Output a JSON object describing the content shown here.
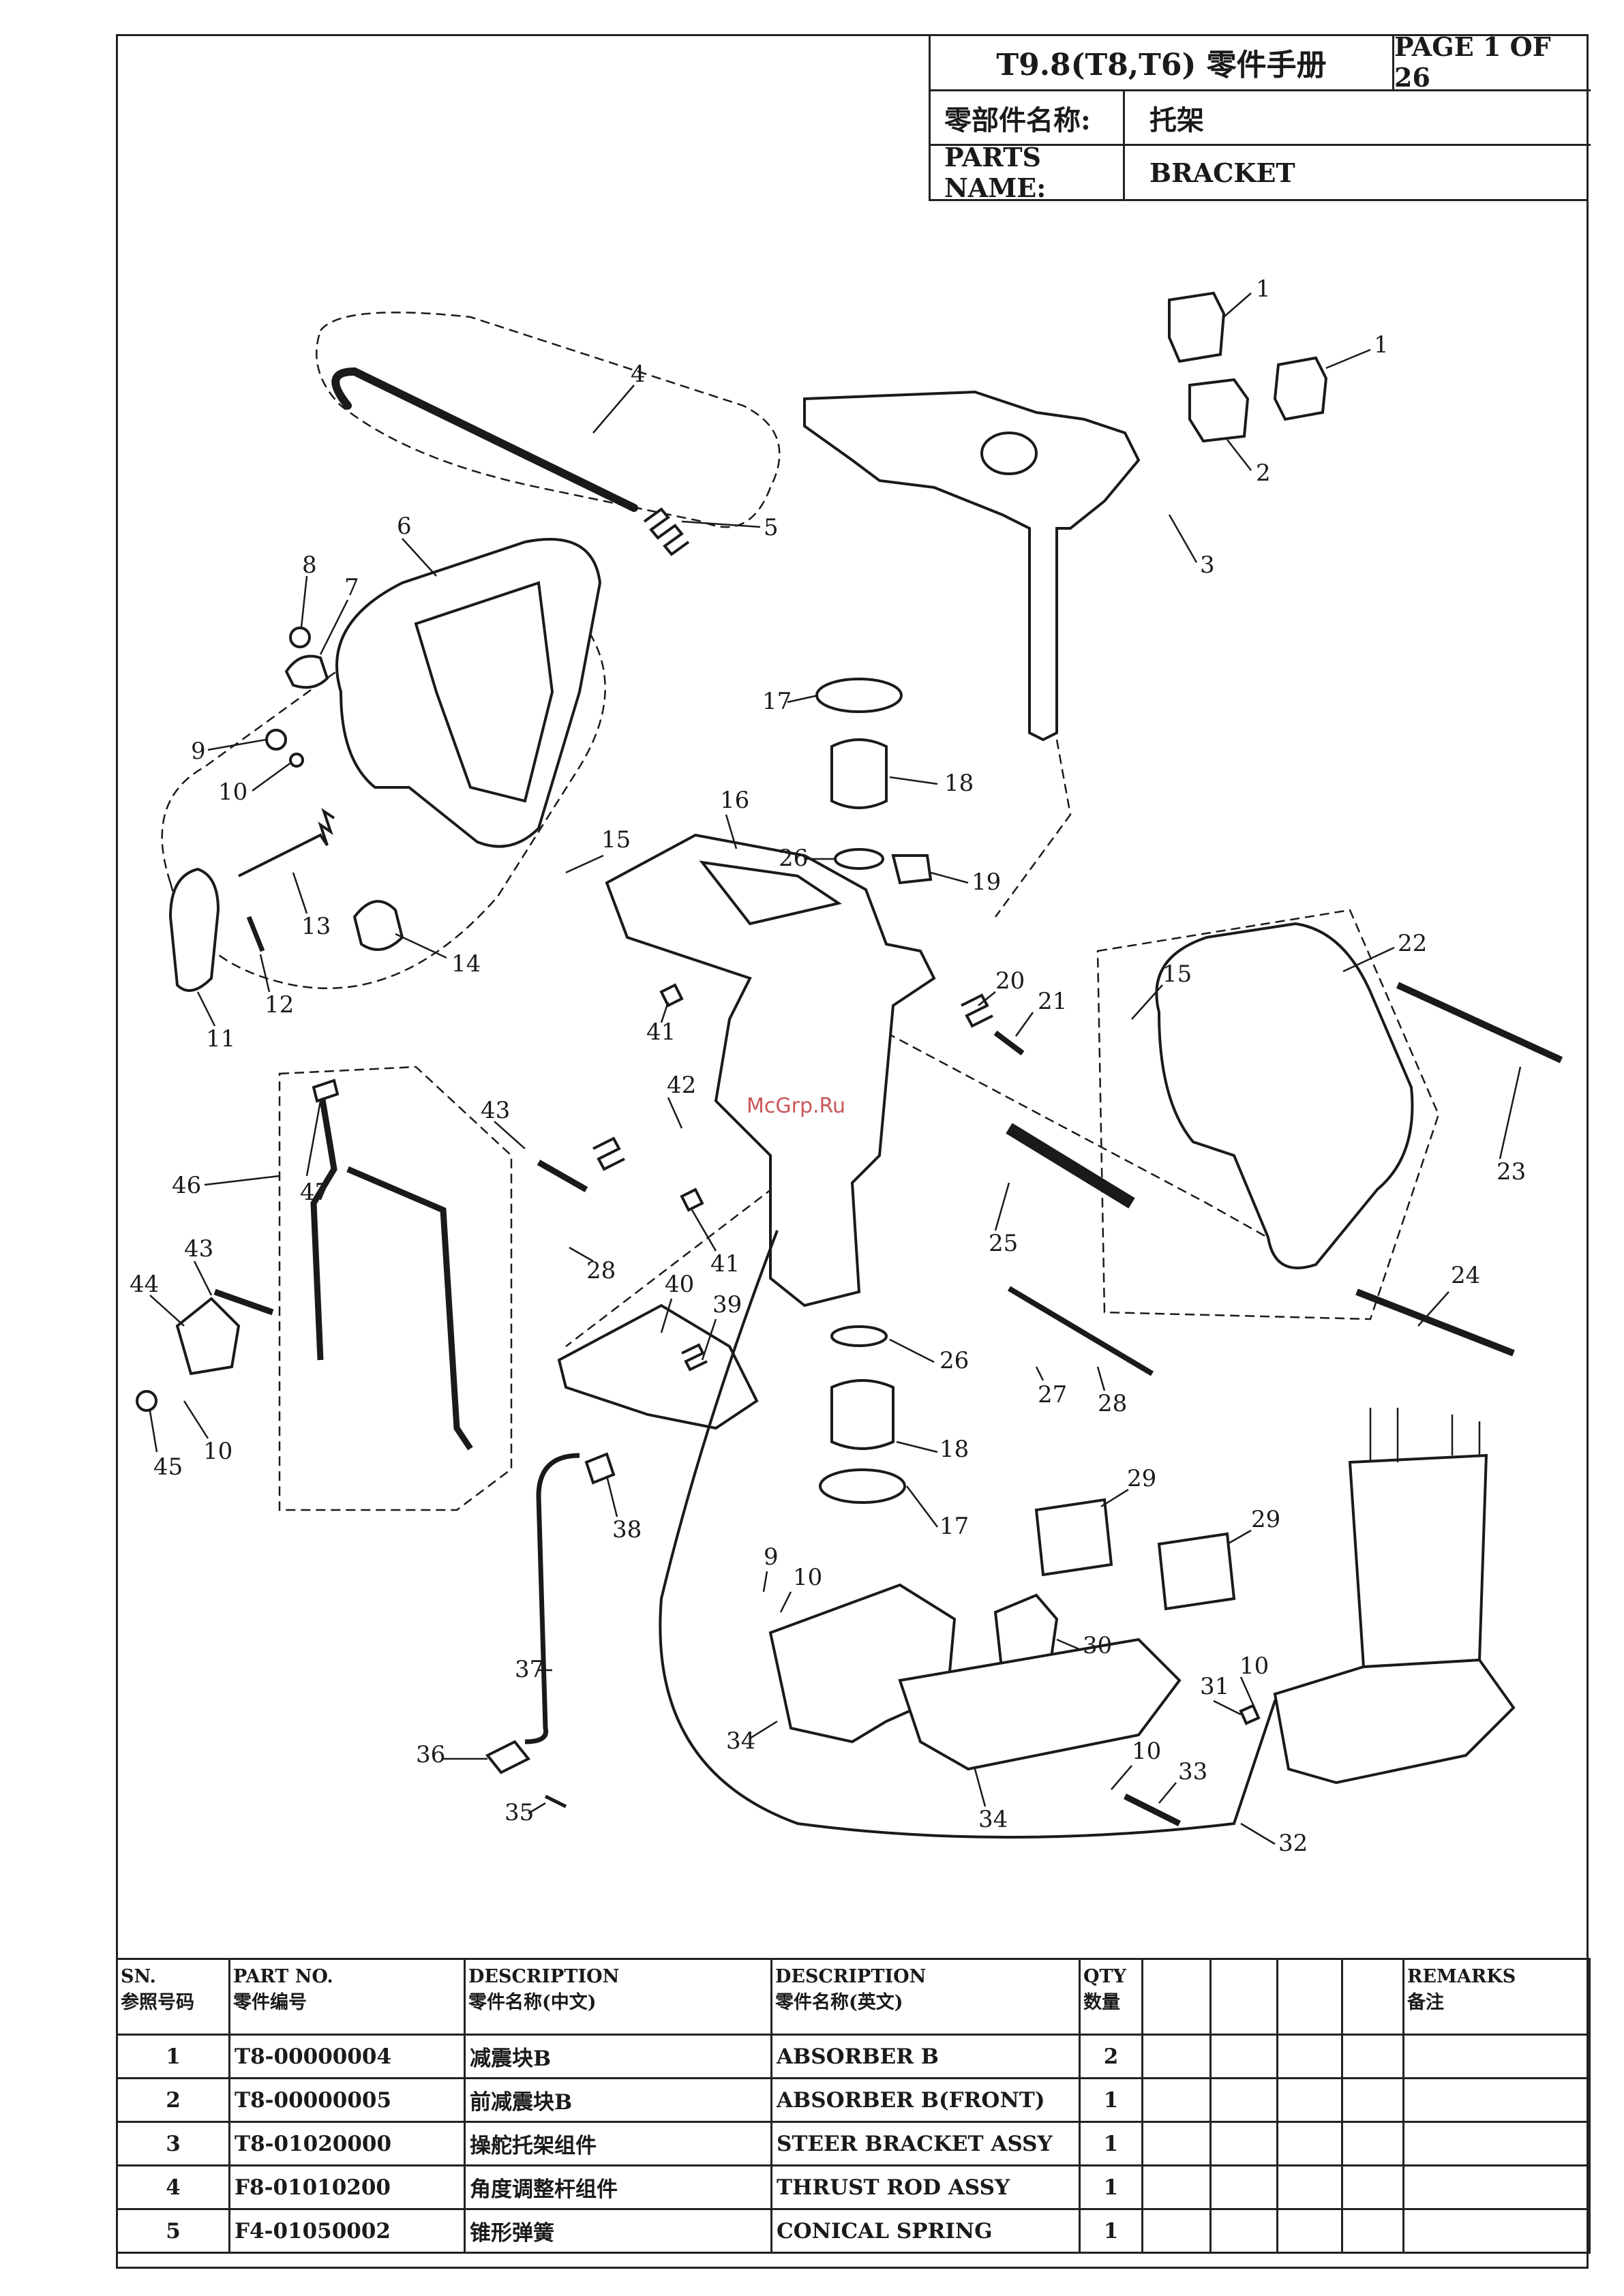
{
  "header": {
    "title": "T9.8(T8,T6) 零件手册",
    "page": "PAGE 1 OF 26",
    "part_name_label_cn": "零部件名称:",
    "part_name_cn": "托架",
    "part_name_label_en": "PARTS NAME:",
    "part_name_en": "BRACKET"
  },
  "watermark": "McGrp.Ru",
  "callouts": [
    "1",
    "1",
    "2",
    "3",
    "4",
    "5",
    "6",
    "7",
    "8",
    "9",
    "10",
    "11",
    "12",
    "13",
    "14",
    "15",
    "16",
    "17",
    "18",
    "26",
    "19",
    "20",
    "21",
    "15",
    "22",
    "41",
    "42",
    "43",
    "23",
    "46",
    "47",
    "25",
    "28",
    "41",
    "40",
    "39",
    "43",
    "44",
    "24",
    "45",
    "10",
    "26",
    "27",
    "28",
    "18",
    "38",
    "29",
    "17",
    "29",
    "9",
    "10",
    "37",
    "30",
    "10",
    "31",
    "34",
    "36",
    "34",
    "10",
    "33",
    "35",
    "32"
  ],
  "table": {
    "headers": [
      {
        "en": "SN.",
        "cn": "参照号码"
      },
      {
        "en": "PART NO.",
        "cn": "零件编号"
      },
      {
        "en": "DESCRIPTION",
        "cn": "零件名称(中文)"
      },
      {
        "en": "DESCRIPTION",
        "cn": "零件名称(英文)"
      },
      {
        "en": "QTY",
        "cn": "数量"
      },
      {
        "en": "REMARKS",
        "cn": "备注"
      }
    ],
    "rows": [
      {
        "sn": "1",
        "part_no": "T8-00000004",
        "desc_cn": "减震块B",
        "desc_en": "ABSORBER B",
        "qty": "2"
      },
      {
        "sn": "2",
        "part_no": "T8-00000005",
        "desc_cn": "前减震块B",
        "desc_en": "ABSORBER B(FRONT)",
        "qty": "1"
      },
      {
        "sn": "3",
        "part_no": "T8-01020000",
        "desc_cn": "操舵托架组件",
        "desc_en": "STEER BRACKET ASSY",
        "qty": "1"
      },
      {
        "sn": "4",
        "part_no": "F8-01010200",
        "desc_cn": "角度调整杆组件",
        "desc_en": "THRUST ROD ASSY",
        "qty": "1"
      },
      {
        "sn": "5",
        "part_no": "F4-01050002",
        "desc_cn": "锥形弹簧",
        "desc_en": "CONICAL SPRING",
        "qty": "1"
      }
    ]
  }
}
